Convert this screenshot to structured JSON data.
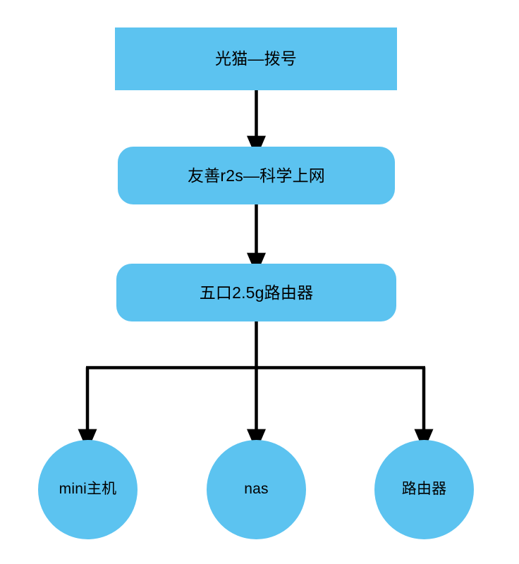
{
  "diagram": {
    "type": "flowchart",
    "orientation": "top-down",
    "background_color": "#ffffff",
    "node_fill_color": "#5cc3f0",
    "edge_color": "#000000",
    "text_color": "#000000",
    "nodes": [
      {
        "id": "modem",
        "label": "光猫—拨号",
        "shape": "rectangle",
        "level": 1
      },
      {
        "id": "r2s",
        "label": "友善r2s—科学上网",
        "shape": "rounded-rectangle",
        "level": 2
      },
      {
        "id": "switch",
        "label": "五口2.5g路由器",
        "shape": "rounded-rectangle",
        "level": 3
      },
      {
        "id": "mini",
        "label": "mini主机",
        "shape": "circle",
        "level": 4
      },
      {
        "id": "nas",
        "label": "nas",
        "shape": "circle",
        "level": 4
      },
      {
        "id": "router",
        "label": "路由器",
        "shape": "circle",
        "level": 4
      }
    ],
    "edges": [
      {
        "from": "modem",
        "to": "r2s",
        "style": "straight-arrow"
      },
      {
        "from": "r2s",
        "to": "switch",
        "style": "straight-arrow"
      },
      {
        "from": "switch",
        "to": "mini",
        "style": "elbow-arrow"
      },
      {
        "from": "switch",
        "to": "nas",
        "style": "straight-arrow"
      },
      {
        "from": "switch",
        "to": "router",
        "style": "elbow-arrow"
      }
    ]
  }
}
